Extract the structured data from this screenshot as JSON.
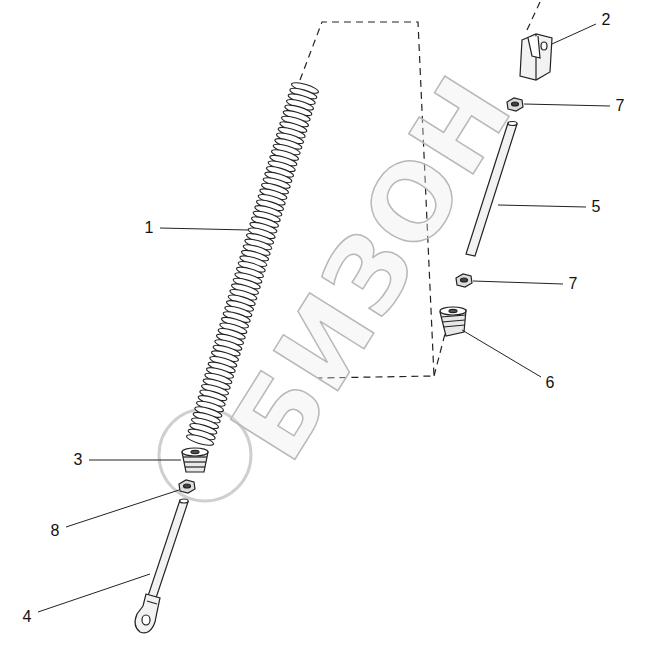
{
  "diagram": {
    "labels": [
      "БИЗОН",
      "2",
      "7",
      "1",
      "5",
      "7",
      "6",
      "3",
      "8",
      "4"
    ]
  }
}
